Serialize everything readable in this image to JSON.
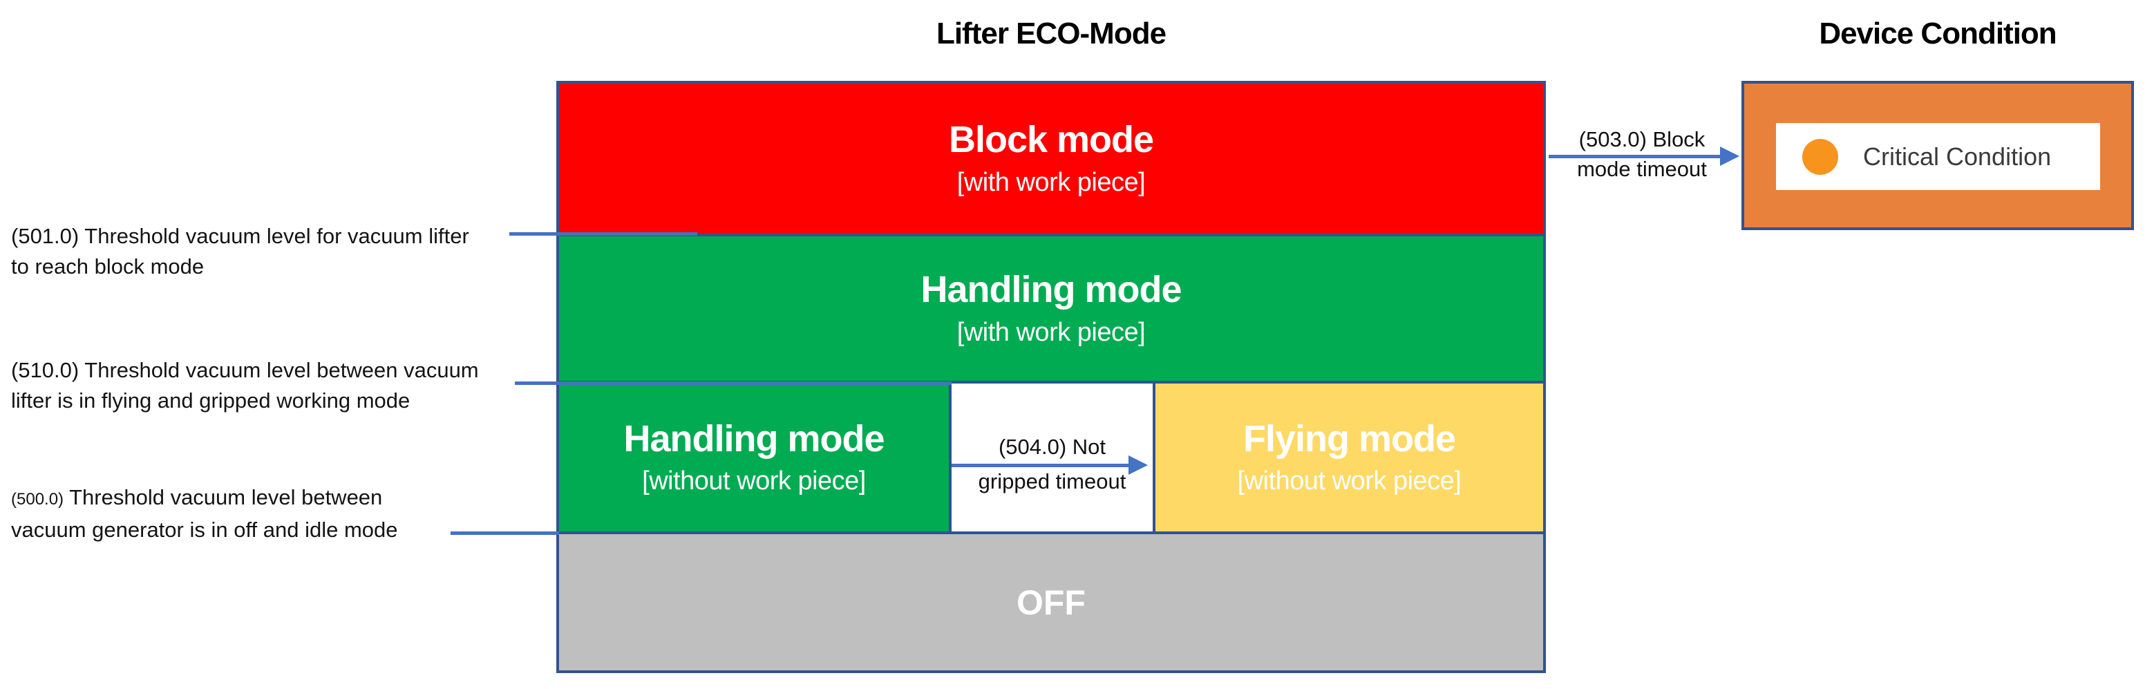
{
  "header": {
    "main_title": "Lifter ECO-Mode",
    "right_title": "Device Condition"
  },
  "modes": {
    "block": {
      "title": "Block mode",
      "subtitle": "[with work piece]"
    },
    "handling_with": {
      "title": "Handling mode",
      "subtitle": "[with work piece]"
    },
    "handling_without": {
      "title": "Handling mode",
      "subtitle": "[without work piece]"
    },
    "flying": {
      "title": "Flying mode",
      "subtitle": "[without work piece]"
    },
    "off": {
      "title": "OFF"
    }
  },
  "annotations": [
    {
      "line1": "(501.0) Threshold vacuum level for vacuum lifter",
      "line2": "to reach block mode"
    },
    {
      "line1": "(510.0) Threshold vacuum level between  vacuum",
      "line2": "lifter is in flying and gripped working mode"
    },
    {
      "code": "(500.0)",
      "line1": " Threshold vacuum level between",
      "line2": "vacuum generator is in off and idle mode"
    }
  ],
  "transitions": {
    "block_timeout": {
      "line1": "(503.0) Block",
      "line2": "mode timeout"
    },
    "not_gripped": {
      "line1": "(504.0) Not",
      "line2": "gripped timeout"
    }
  },
  "device_condition": {
    "status": "Critical Condition"
  },
  "colors": {
    "block_red": "#FF0000",
    "handling_green": "#00AB52",
    "flying_yellow": "#FFD966",
    "off_gray": "#BFBFBF",
    "device_box_orange": "#E8813C",
    "status_dot_orange": "#F7941D",
    "border_navy": "#31538F",
    "connector_blue": "#4472C4"
  }
}
